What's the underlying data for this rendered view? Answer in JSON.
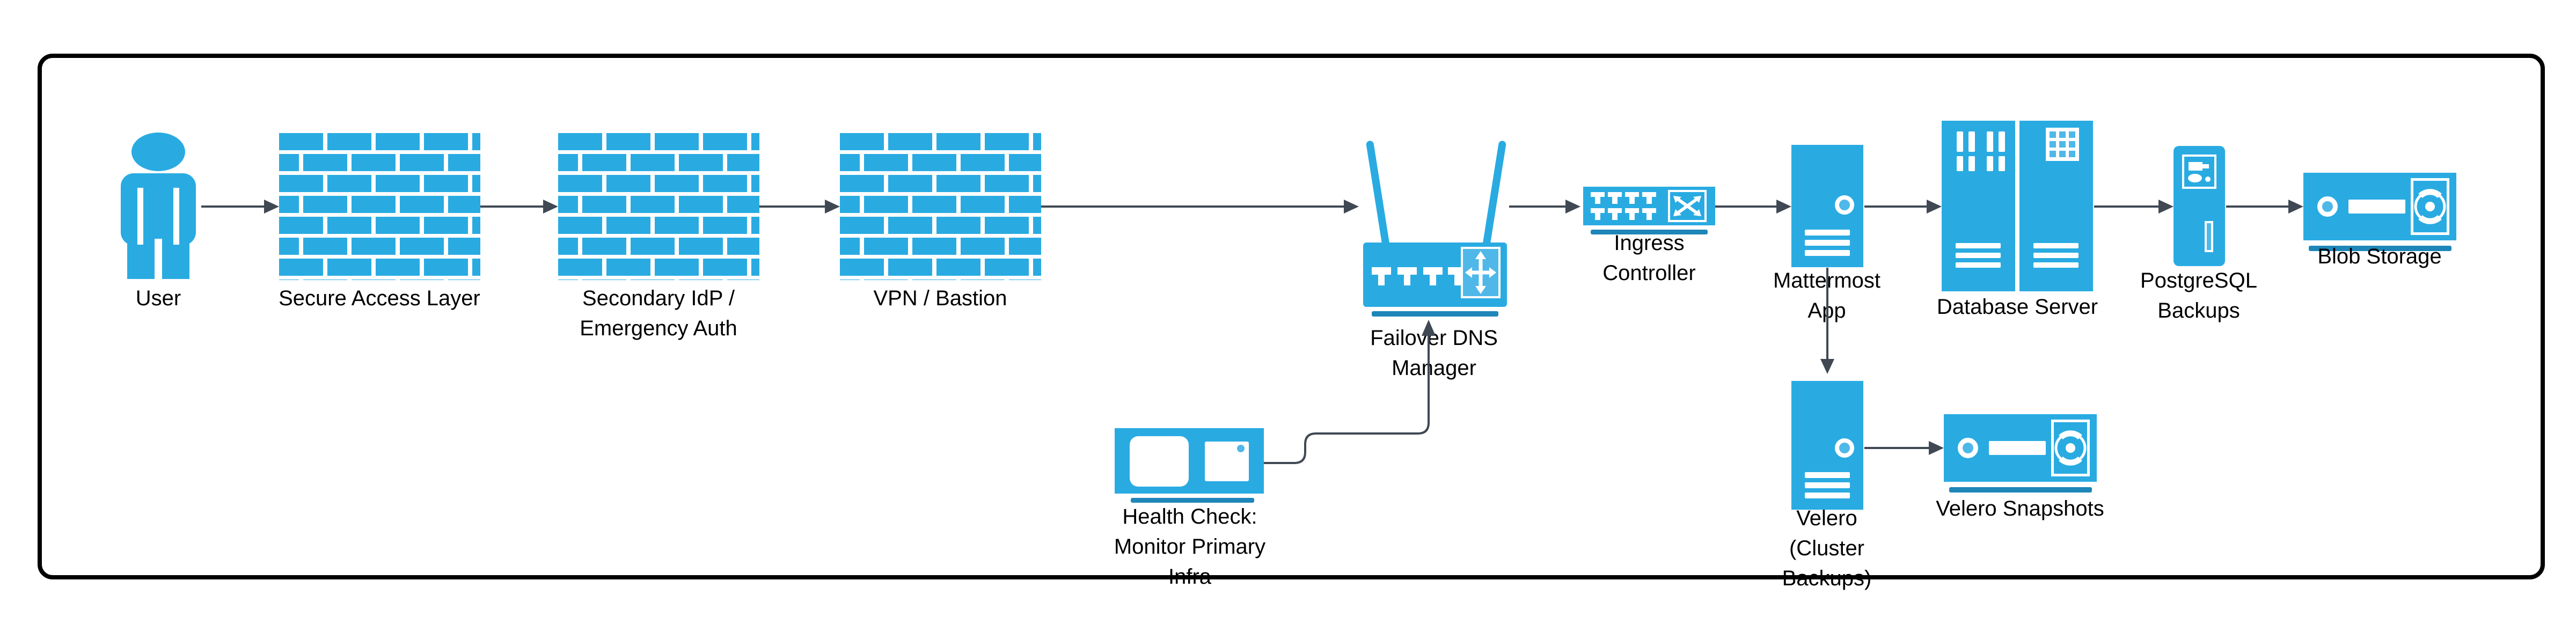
{
  "diagram_type": "architecture-flow",
  "colors": {
    "primary": "#29ABE2",
    "light": "#4FB8E9",
    "underline": "#1E86B8",
    "connector": "#3F4853",
    "frame": "#000000",
    "text": "#000000",
    "bg": "#FFFFFF"
  },
  "nodes": [
    {
      "id": "user",
      "type": "person",
      "icon": "user-icon",
      "lines": [
        "User"
      ]
    },
    {
      "id": "secure-access-layer",
      "type": "firewall",
      "icon": "firewall-icon",
      "lines": [
        "Secure Access Layer"
      ]
    },
    {
      "id": "secondary-idp",
      "type": "firewall",
      "icon": "firewall-icon",
      "lines": [
        "Secondary IdP /",
        "Emergency Auth"
      ]
    },
    {
      "id": "vpn-bastion",
      "type": "firewall",
      "icon": "firewall-icon",
      "lines": [
        "VPN / Bastion"
      ]
    },
    {
      "id": "failover-dns",
      "type": "router",
      "icon": "wireless-router-icon",
      "lines": [
        "Failover DNS",
        "Manager"
      ]
    },
    {
      "id": "ingress-controller",
      "type": "switch",
      "icon": "switch-icon",
      "lines": [
        "Ingress",
        "Controller"
      ]
    },
    {
      "id": "mattermost-app",
      "type": "server-tower",
      "icon": "tower-server-icon",
      "lines": [
        "Mattermost",
        "App"
      ]
    },
    {
      "id": "database-server",
      "type": "server-rack",
      "icon": "rack-server-icon",
      "lines": [
        "Database Server"
      ]
    },
    {
      "id": "postgresql-backups",
      "type": "server-tower",
      "icon": "backup-tower-icon",
      "lines": [
        "PostgreSQL",
        "Backups"
      ]
    },
    {
      "id": "blob-storage",
      "type": "storage",
      "icon": "disk-storage-icon",
      "lines": [
        "Blob Storage"
      ]
    },
    {
      "id": "health-check",
      "type": "monitor",
      "icon": "monitor-icon",
      "lines": [
        "Health Check:",
        "Monitor Primary",
        "Infra"
      ]
    },
    {
      "id": "velero",
      "type": "server-tower",
      "icon": "tower-server-icon",
      "lines": [
        "Velero",
        "(Cluster",
        "Backups)"
      ]
    },
    {
      "id": "velero-snapshots",
      "type": "storage",
      "icon": "disk-storage-icon",
      "lines": [
        "Velero Snapshots"
      ]
    }
  ],
  "edges": [
    {
      "from": "user",
      "to": "secure-access-layer"
    },
    {
      "from": "secure-access-layer",
      "to": "secondary-idp"
    },
    {
      "from": "secondary-idp",
      "to": "vpn-bastion"
    },
    {
      "from": "vpn-bastion",
      "to": "failover-dns"
    },
    {
      "from": "failover-dns",
      "to": "ingress-controller"
    },
    {
      "from": "ingress-controller",
      "to": "mattermost-app"
    },
    {
      "from": "mattermost-app",
      "to": "database-server"
    },
    {
      "from": "database-server",
      "to": "postgresql-backups"
    },
    {
      "from": "postgresql-backups",
      "to": "blob-storage"
    },
    {
      "from": "mattermost-app",
      "to": "velero"
    },
    {
      "from": "velero",
      "to": "velero-snapshots"
    },
    {
      "from": "health-check",
      "to": "failover-dns"
    }
  ]
}
